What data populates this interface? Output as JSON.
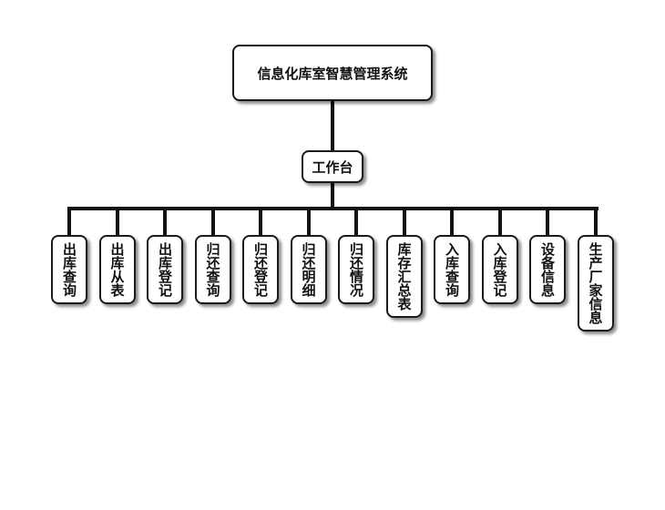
{
  "diagram": {
    "root": "信息化库室智慧管理系统",
    "hub": "工作台",
    "modules": [
      "出库查询",
      "出库从表",
      "出库登记",
      "归还查询",
      "归还登记",
      "归还明细",
      "归还情况",
      "库存汇总表",
      "入库查询",
      "入库登记",
      "设备信息",
      "生产厂家信息"
    ]
  }
}
